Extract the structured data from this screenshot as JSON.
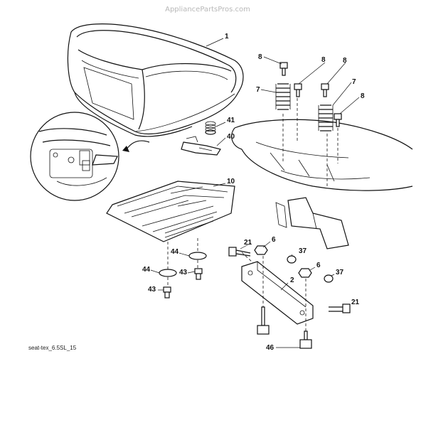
{
  "watermark": "AppliancePartsPros.com",
  "caption": "seat-tex_6.5SL_15",
  "callouts": [
    "1",
    "8",
    "8",
    "8",
    "8",
    "7",
    "7",
    "41",
    "40",
    "10",
    "21",
    "6",
    "6",
    "37",
    "37",
    "44",
    "44",
    "43",
    "43",
    "2",
    "21",
    "46"
  ]
}
